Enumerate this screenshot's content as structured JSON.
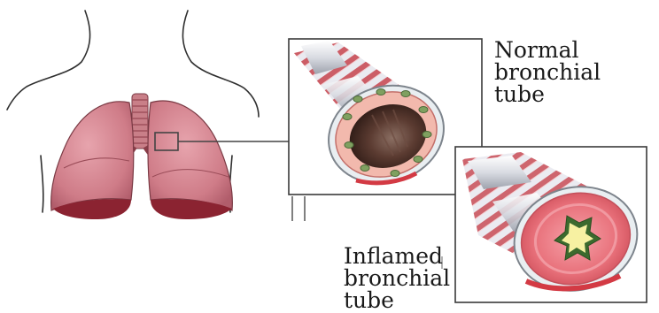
{
  "labels": {
    "normal": [
      "Normal",
      "bronchial",
      "tube"
    ],
    "inflamed": [
      "Inflamed",
      "bronchial",
      "tube"
    ]
  },
  "colors": {
    "lung": "#d48690",
    "lung_dark": "#a84e5c",
    "lung_base": "#8b2331",
    "trachea": "#c97f88",
    "tube_stripe_light": "#e8e8ee",
    "tube_stripe_red": "#c9545e",
    "lining_normal": "#f2b9ad",
    "lumen_dark": "#4a2e26",
    "inflamed_tissue": "#e8707a",
    "inflamed_center": "#f7f1a2",
    "outline": "#333333"
  }
}
